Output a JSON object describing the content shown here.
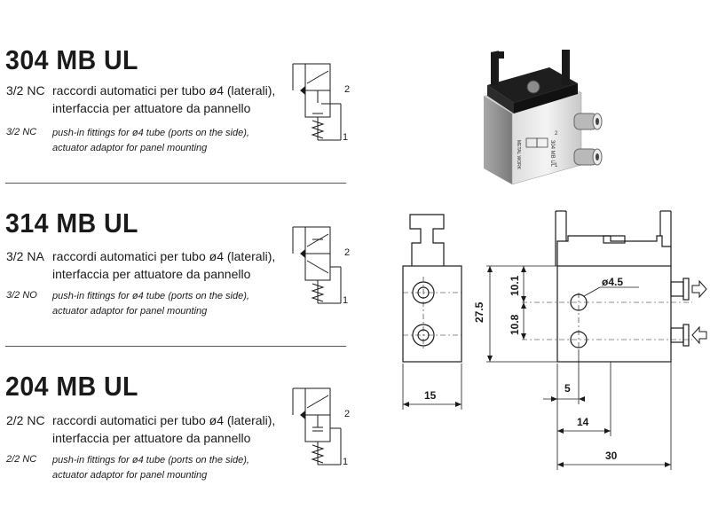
{
  "products": [
    {
      "model": "304 MB UL",
      "code_it": "3/2 NC",
      "desc_it_1": "raccordi automatici per tubo ø4 (laterali),",
      "desc_it_2": "interfaccia per attuatore da pannello",
      "code_en": "3/2 NC",
      "desc_en_1": "push-in fittings for ø4 tube (ports on the side),",
      "desc_en_2": "actuator adaptor for panel mounting",
      "port_out": "2",
      "port_in": "1"
    },
    {
      "model": "314 MB UL",
      "code_it": "3/2 NA",
      "desc_it_1": "raccordi automatici per tubo ø4 (laterali),",
      "desc_it_2": "interfaccia per attuatore da pannello",
      "code_en": "3/2 NO",
      "desc_en_1": "push-in fittings for ø4 tube (ports on the side),",
      "desc_en_2": "actuator adaptor for panel mounting",
      "port_out": "2",
      "port_in": "1"
    },
    {
      "model": "204 MB UL",
      "code_it": "2/2 NC",
      "desc_it_1": "raccordi automatici per tubo ø4 (laterali),",
      "desc_it_2": "interfaccia per attuatore da pannello",
      "code_en": "2/2 NC",
      "desc_en_1": "push-in fittings for ø4 tube (ports on the side),",
      "desc_en_2": "actuator adaptor for panel mounting",
      "port_out": "2",
      "port_in": "1"
    }
  ],
  "photo": {
    "engraving_model": "304 MB UL",
    "engraving_brand": "METAL WORK",
    "port_2": "2",
    "port_1": "1"
  },
  "drawing": {
    "dim_width_side": "15",
    "dim_height": "27.5",
    "dim_upper": "10.1",
    "dim_lower": "10.8",
    "dim_hole": "ø4.5",
    "dim_5": "5",
    "dim_14": "14",
    "dim_30": "30"
  }
}
